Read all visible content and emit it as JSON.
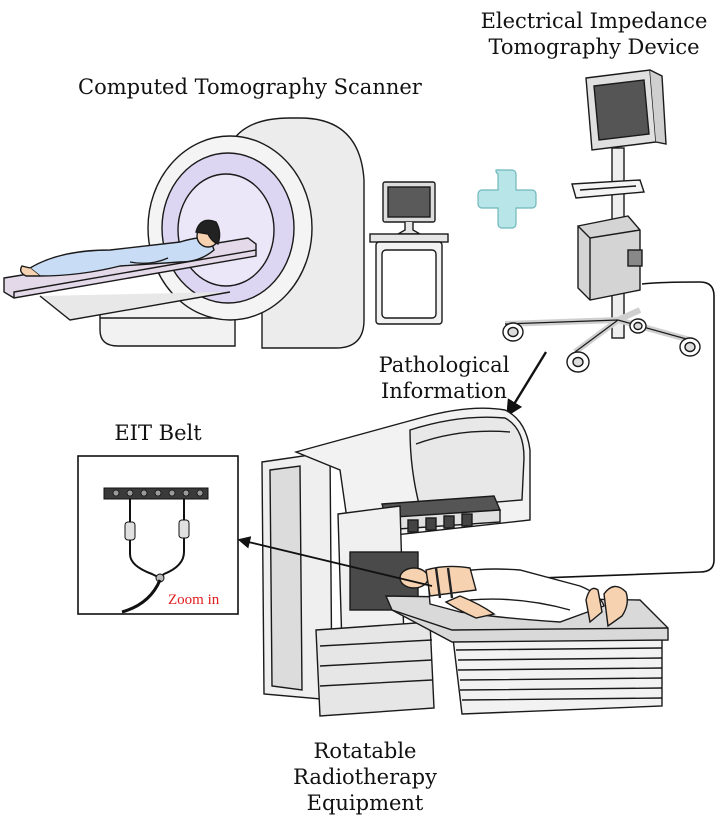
{
  "labels": {
    "ct_scanner": "Computed Tomography Scanner",
    "eit_device": [
      "Electrical Impedance",
      "Tomography Device"
    ],
    "pathological": [
      "Pathological",
      "Information"
    ],
    "eit_belt": "EIT Belt",
    "zoom": "Zoom in",
    "radiotherapy": [
      "Rotatable",
      "Radiotherapy",
      "Equipment"
    ]
  },
  "colors": {
    "outline": "#1a1a1a",
    "machine_white": "#f4f4f4",
    "machine_grey": "#d9d9d9",
    "bore_lilac": "#d8d2ef",
    "blanket_blue": "#c9dcf5",
    "skin": "#f6d2b0",
    "plus_cyan": "#b8e6e8",
    "zoom_red": "#e02020"
  },
  "icons": [
    "plus-icon",
    "arrow-icon"
  ]
}
